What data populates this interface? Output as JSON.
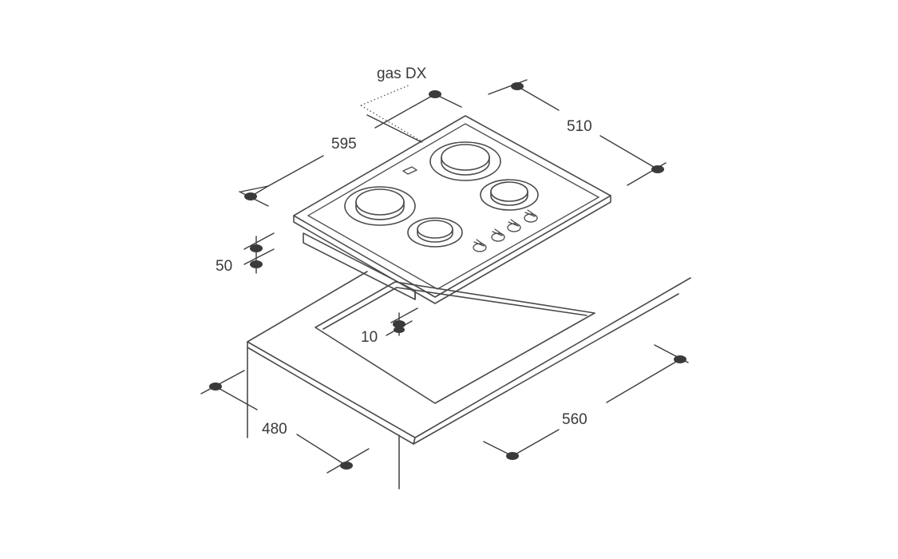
{
  "labels": {
    "gas": "gas DX",
    "width_hob": "595",
    "depth_hob": "510",
    "height_hob": "50",
    "clearance": "10",
    "cutout_depth": "480",
    "cutout_width": "560"
  },
  "colors": {
    "line": "#4a4a4a",
    "background": "#ffffff"
  }
}
